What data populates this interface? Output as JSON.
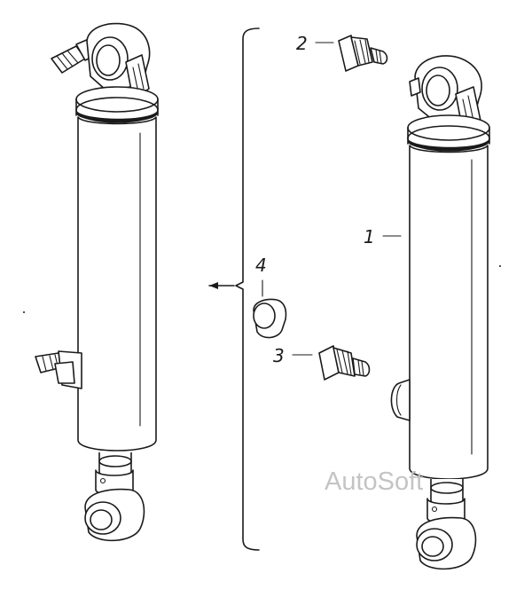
{
  "callouts": {
    "item_1": "1",
    "item_2": "2",
    "item_3": "3",
    "item_4": "4"
  },
  "watermark": "AutoSoft",
  "colors": {
    "line": "#1a1a1a",
    "background": "#ffffff",
    "watermark": "#c4c4c4"
  }
}
